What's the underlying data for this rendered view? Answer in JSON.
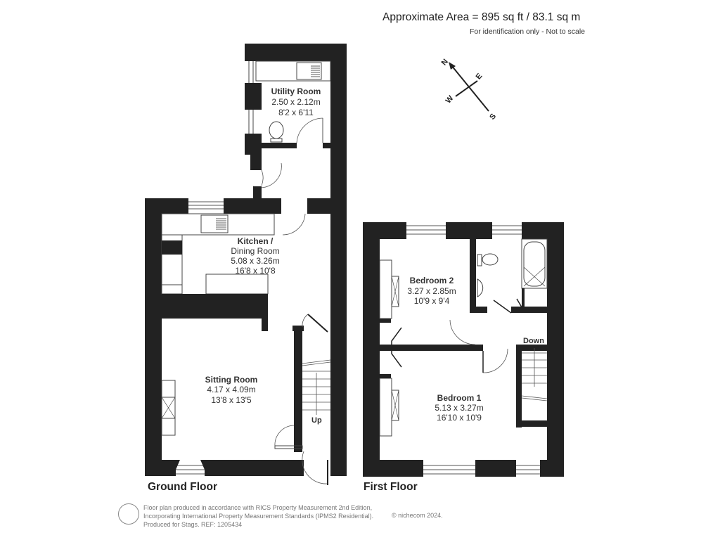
{
  "header": {
    "area_text": "Approximate Area = 895 sq ft / 83.1 sq m",
    "disclaimer": "For identification only - Not to scale"
  },
  "compass": {
    "north": "N",
    "east": "E",
    "south": "S",
    "west": "W"
  },
  "ground_floor": {
    "label": "Ground Floor",
    "rooms": [
      {
        "name": "Utility Room",
        "metric": "2.50 x 2.12m",
        "imperial": "8'2 x 6'11"
      },
      {
        "name_line1": "Kitchen /",
        "name_line2": "Dining Room",
        "metric": "5.08 x 3.26m",
        "imperial": "16'8 x 10'8"
      },
      {
        "name": "Sitting Room",
        "metric": "4.17 x 4.09m",
        "imperial": "13'8 x 13'5"
      }
    ],
    "stairs_label": "Up"
  },
  "first_floor": {
    "label": "First Floor",
    "rooms": [
      {
        "name": "Bedroom 2",
        "metric": "3.27 x 2.85m",
        "imperial": "10'9 x 9'4"
      },
      {
        "name": "Bedroom 1",
        "metric": "5.13 x 3.27m",
        "imperial": "16'10 x 10'9"
      }
    ],
    "stairs_label": "Down"
  },
  "footer": {
    "line1": "Floor plan produced in accordance with RICS Property Measurement 2nd Edition,",
    "line2": "Incorporating International Property Measurement Standards (IPMS2 Residential).",
    "line3": "Produced for Stags.   REF: 1205434",
    "copyright": "© nichecom 2024."
  }
}
